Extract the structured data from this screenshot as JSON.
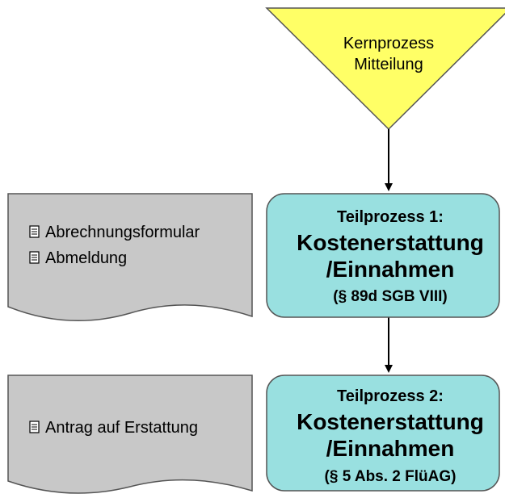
{
  "start_triangle": {
    "line1": "Kernprozess",
    "line2": "Mitteilung",
    "fill": "#ffff66"
  },
  "processes": [
    {
      "header": "Teilprozess 1:",
      "title_line1": "Kostenerstattung",
      "title_line2": "/Einnahmen",
      "law": "(§ 89d SGB VIII)"
    },
    {
      "header": "Teilprozess 2:",
      "title_line1": "Kostenerstattung",
      "title_line2": "/Einnahmen",
      "law": "(§ 5 Abs. 2 FlüAG)"
    }
  ],
  "process_fill": "#99e0e0",
  "documents": [
    {
      "items": [
        "Abrechnungsformular",
        "Abmeldung"
      ]
    },
    {
      "items": [
        "Antrag auf Erstattung"
      ]
    }
  ],
  "document_fill": "#c8c8c8",
  "doc_icon": "document-icon"
}
